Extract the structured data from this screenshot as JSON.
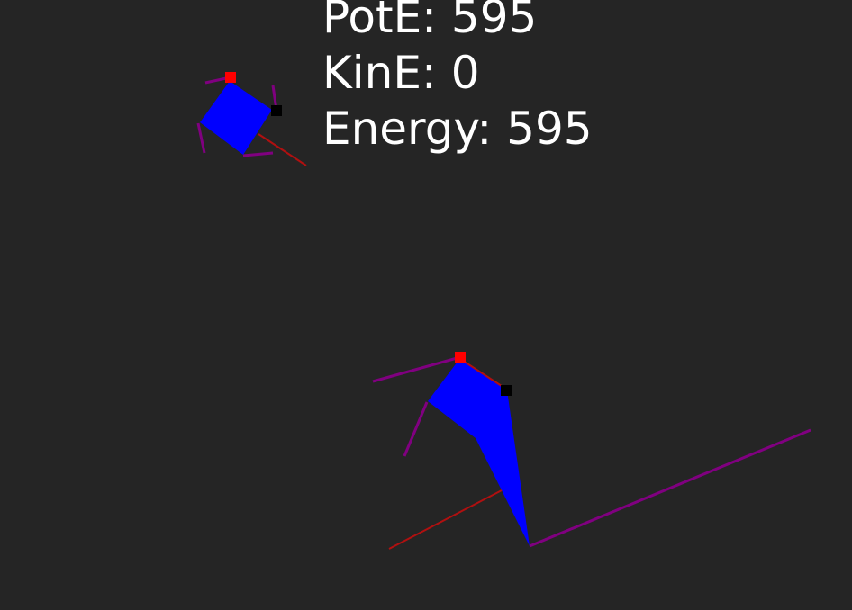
{
  "hud": {
    "pot_label": "PotE:",
    "pot_value": "595",
    "kin_label": "KinE:",
    "kin_value": "0",
    "energy_label": "Energy:",
    "energy_value": "595"
  },
  "colors": {
    "background": "#252525",
    "body_fill": "#0000ff",
    "edge_vector": "#800080",
    "force_vector": "#b01010",
    "marker_a": "#ff0000",
    "marker_b": "#000000",
    "text": "#ffffff"
  }
}
